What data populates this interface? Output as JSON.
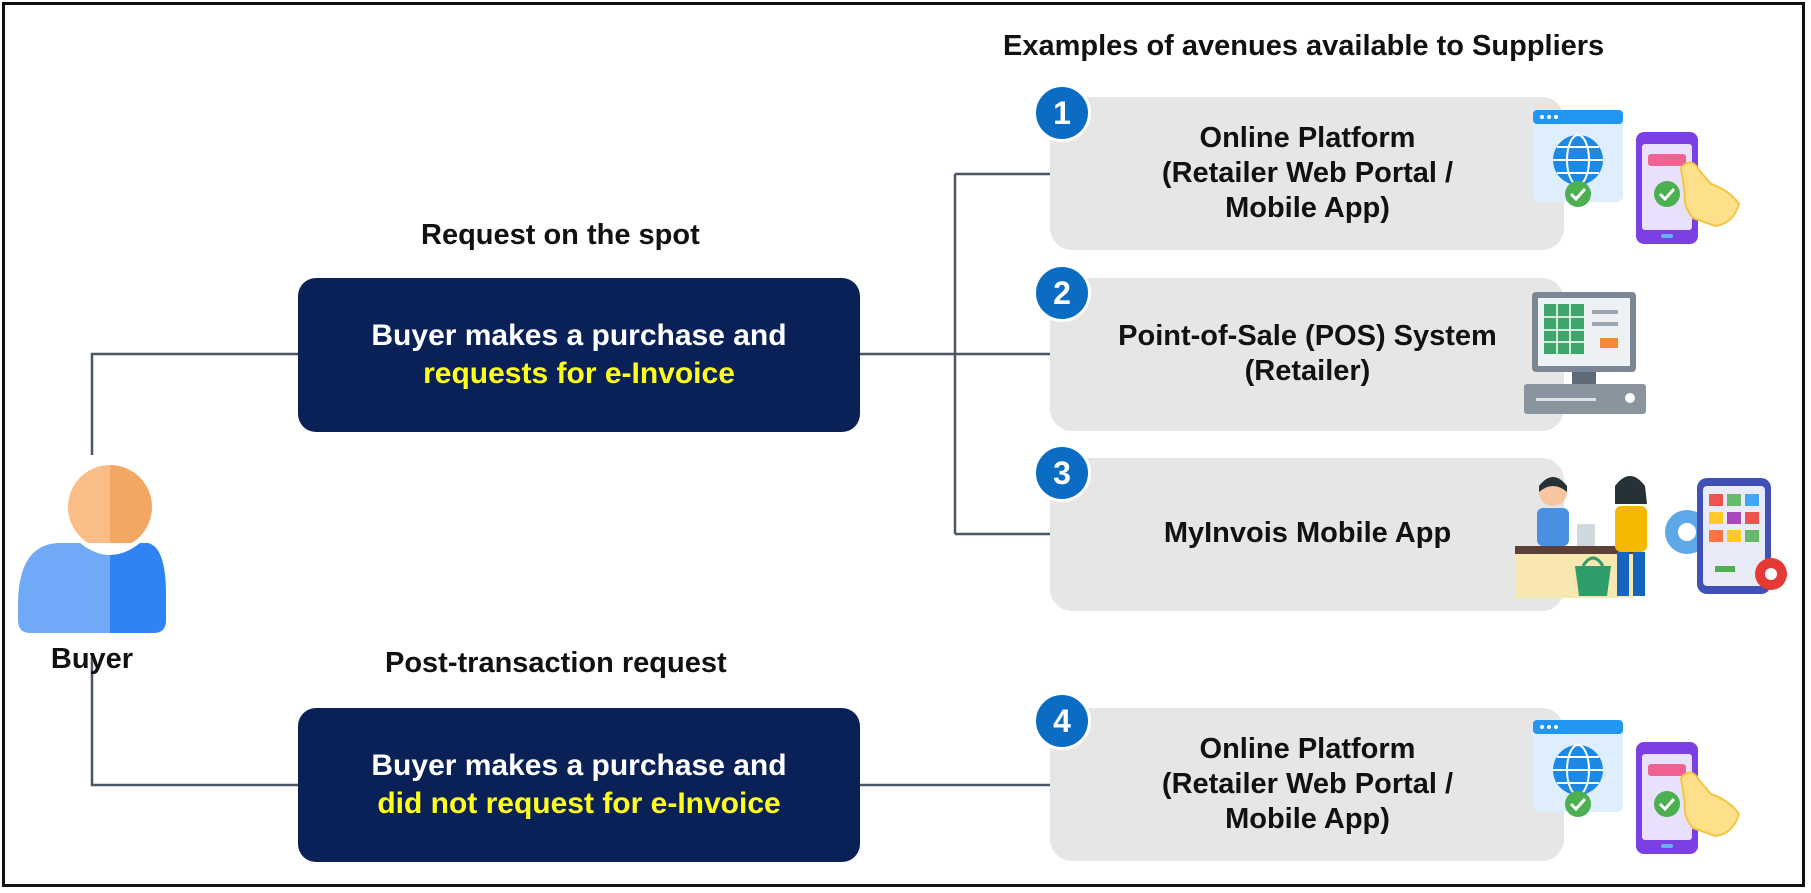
{
  "title": "Examples of avenues available to Suppliers",
  "buyer": {
    "label": "Buyer"
  },
  "flows": [
    {
      "heading": "Request on the spot",
      "box_line1": "Buyer makes a purchase and",
      "box_line2": "requests for e-Invoice"
    },
    {
      "heading": "Post-transaction request",
      "box_line1": "Buyer makes a purchase and",
      "box_line2": "did not request for e-Invoice"
    }
  ],
  "avenues": [
    {
      "number": "1",
      "lines": [
        "Online Platform",
        "(Retailer Web Portal /",
        "Mobile App)"
      ],
      "icon": "web-portal-mobile-icon"
    },
    {
      "number": "2",
      "lines": [
        "Point-of-Sale (POS) System",
        "(Retailer)"
      ],
      "icon": "pos-terminal-icon"
    },
    {
      "number": "3",
      "lines": [
        "MyInvois Mobile App"
      ],
      "icon": "shop-and-tablet-icon"
    },
    {
      "number": "4",
      "lines": [
        "Online Platform",
        "(Retailer Web Portal /",
        "Mobile App)"
      ],
      "icon": "web-portal-mobile-icon"
    }
  ],
  "colors": {
    "navy": "#0a2158",
    "highlight": "#ffff1a",
    "badge_blue": "#0b6cc3",
    "card_grey": "#e6e6e6",
    "connector": "#4a5666"
  }
}
